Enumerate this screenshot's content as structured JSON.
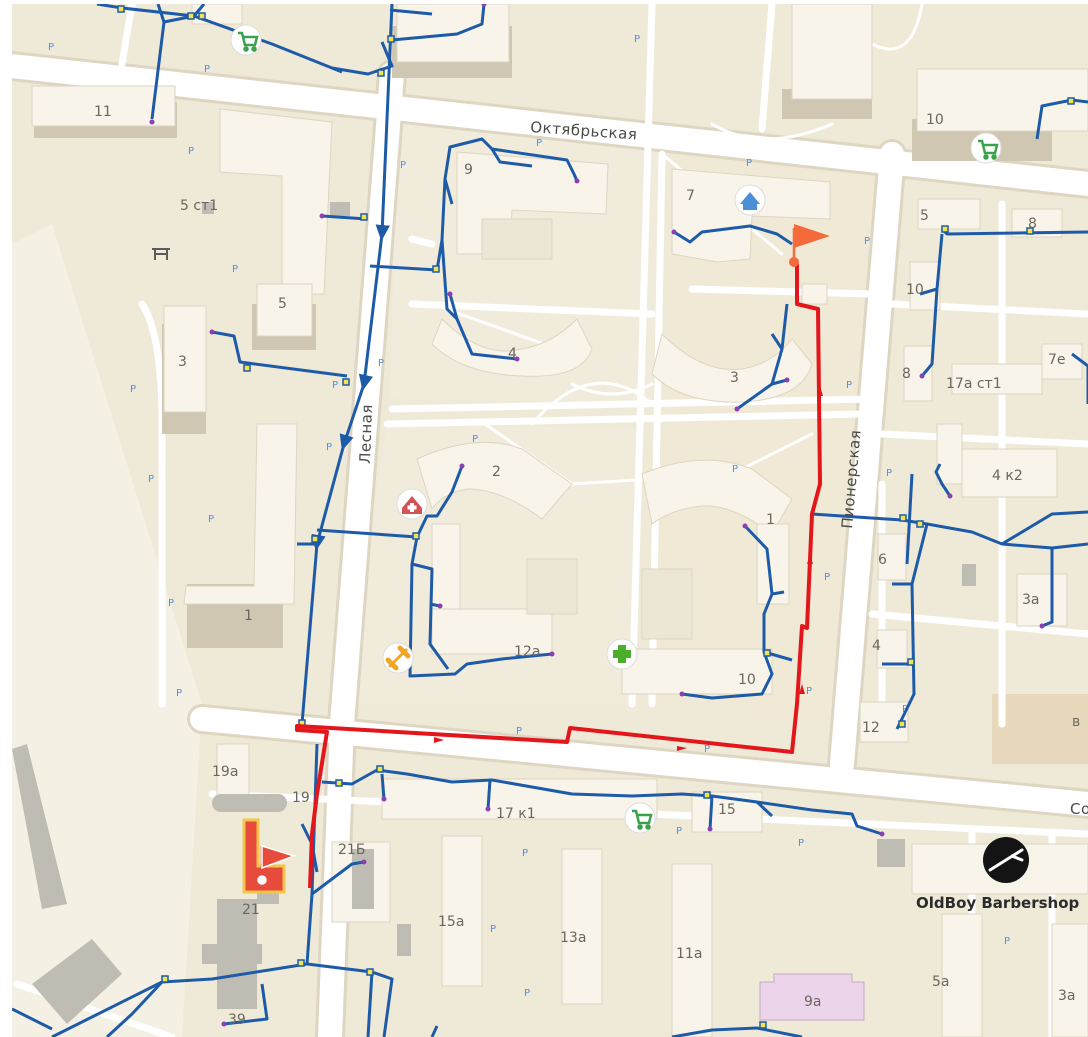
{
  "map": {
    "streets": {
      "oktyabrskaya": "Октябрьская",
      "lesnaya": "Лесная",
      "pionerskaya": "Пионерская",
      "partial_right": "Со"
    },
    "house_numbers": {
      "h11": "11",
      "h5ct1": "5 ст1",
      "h5": "5",
      "h3": "3",
      "h1": "1",
      "h9": "9",
      "h4": "4",
      "h2": "2",
      "h12a": "12а",
      "h7": "7",
      "h3b": "3",
      "h1b": "1",
      "h10b": "10",
      "h10": "10",
      "h5r": "5",
      "h8r": "8",
      "h10r": "10",
      "h8b": "8",
      "h17act1": "17а ст1",
      "h7e": "7е",
      "h4k2": "4 к2",
      "h6": "6",
      "h3a": "3а",
      "h4b": "4",
      "h12": "12",
      "hv": "в",
      "h19a": "19а",
      "h19": "19",
      "h21b": "21Б",
      "h21": "21",
      "h17k1": "17 к1",
      "h15": "15",
      "h15a": "15а",
      "h13a": "13а",
      "h11a": "11а",
      "h9a": "9а",
      "h5a": "5а",
      "h3a2": "3а",
      "h39": "39"
    },
    "parking_label": "P",
    "poi": {
      "barbershop": "OldBoy Barbershop"
    },
    "icons": {
      "route_start": "start-flag-icon",
      "route_end": "finish-flag-icon",
      "shop": "cart-icon",
      "hospital": "hospital-icon",
      "pharmacy": "pharmacy-cross-icon",
      "gym": "dumbbell-icon",
      "kindergarten": "house-icon",
      "barber": "razor-icon",
      "bench": "bench-icon"
    },
    "colors": {
      "background": "#efe9d7",
      "building": "#f8f4e9",
      "road": "#ffffff",
      "network": "#1d5ba8",
      "route": "#e3161c",
      "parking": "#5a8fd3",
      "pharmacy": "#4caf2a",
      "shop": "#3aa34a",
      "hospital": "#d65152",
      "gym": "#f2a623"
    }
  }
}
